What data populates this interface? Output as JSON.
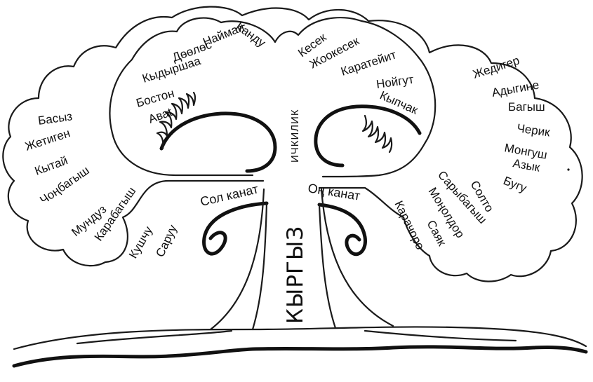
{
  "trunk": {
    "title": "КЫРГЫЗ"
  },
  "core": {
    "label": "ИЧКИЛИК"
  },
  "wings": {
    "left": "Сол канат",
    "right": "Оң канат"
  },
  "groups": {
    "core_left": [
      "Аваt",
      "Бостон",
      "Кыдыршаа",
      "Дөөлөс",
      "Найман",
      "Кандy"
    ],
    "core_right": [
      "Кесек",
      "Жоокесек",
      "Каратейит",
      "Нойгут",
      "Кыпчак"
    ],
    "left": [
      "Басыз",
      "Жетиген",
      "Кытай",
      "Чоңбагыш",
      "Мундуз",
      "Карабагыш",
      "Кушчу",
      "Саруу"
    ],
    "right_outer": [
      "Жедигер",
      "Адыгине",
      "Багыш",
      "Черик",
      "Монгуш",
      "Азык",
      "Бугу"
    ],
    "right_inner": [
      "Солто",
      "Сарыбагыш",
      "Моңолдор",
      "Саяк",
      "Карачоро"
    ]
  },
  "colors": {
    "ink": "#111111",
    "paper": "#ffffff"
  }
}
